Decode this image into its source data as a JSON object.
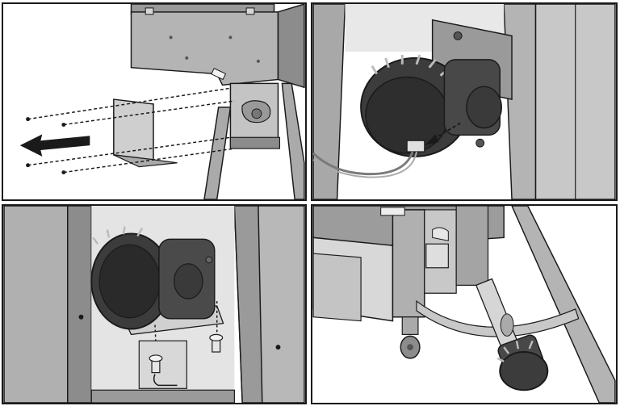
{
  "figure": {
    "panels": [
      {
        "id": "panel-1",
        "step": "remove-cover-plate"
      },
      {
        "id": "panel-2",
        "step": "disconnect-motor-plug"
      },
      {
        "id": "panel-3",
        "step": "remove-mounting-screws"
      },
      {
        "id": "panel-4",
        "step": "pull-out-auger-motor"
      }
    ],
    "colors": {
      "metal": "#b4b4b4",
      "metal_dark": "#8c8c8c",
      "metal_light": "#d6d6d6",
      "motor": "#3c3c3c",
      "outline": "#1a1a1a",
      "background": "#ffffff"
    }
  }
}
